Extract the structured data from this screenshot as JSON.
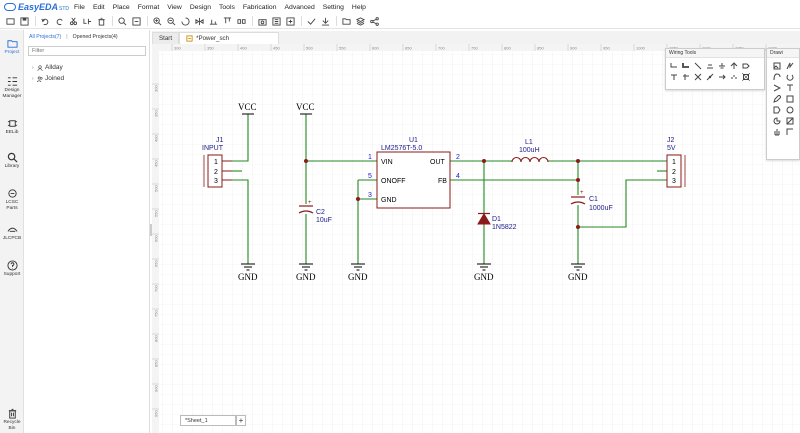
{
  "app": {
    "logo_text": "EasyEDA",
    "logo_edition": "STD",
    "menu": [
      "File",
      "Edit",
      "Place",
      "Format",
      "View",
      "Design",
      "Tools",
      "Fabrication",
      "Advanced",
      "Setting",
      "Help"
    ]
  },
  "rail": {
    "items": [
      {
        "label": "Project",
        "icon": "folder-icon"
      },
      {
        "label": "Design Manager",
        "icon": "design-manager-icon"
      },
      {
        "label": "EELib",
        "icon": "eelib-icon"
      },
      {
        "label": "Library",
        "icon": "library-search-icon"
      },
      {
        "label": "LCSC Parts",
        "icon": "lcsc-icon"
      },
      {
        "label": "JLCPCB",
        "icon": "jlcpcb-icon"
      },
      {
        "label": "Support",
        "icon": "support-icon"
      },
      {
        "label": "Recycle Bin",
        "icon": "recycle-bin-icon"
      }
    ]
  },
  "panel": {
    "tab_all": "All Projects(7)",
    "tab_opened": "Opened Projects(4)",
    "filter_placeholder": "Filter",
    "tree": [
      "Allday",
      "Joined"
    ]
  },
  "editor": {
    "tab_start": "Start",
    "tab_active": "*Power_sch",
    "sheet_tab": "*Sheet_1",
    "sheet_add": "+"
  },
  "ruler": {
    "top": [
      "300",
      "350",
      "400",
      "450",
      "500",
      "550",
      "600",
      "650",
      "700",
      "750",
      "800",
      "850",
      "900",
      "950",
      "1000",
      "1050",
      "1100",
      "1150",
      "1200"
    ],
    "left": [
      "300",
      "350",
      "400",
      "450",
      "500",
      "550",
      "600",
      "650",
      "700",
      "750",
      "800",
      "850",
      "900",
      "950"
    ]
  },
  "schematic": {
    "vcc1": "VCC",
    "vcc2": "VCC",
    "j1_ref": "J1",
    "j1_name": "INPUT",
    "j2_ref": "J2",
    "j2_name": "5V",
    "pin_1": "1",
    "pin_2": "2",
    "pin_3": "3",
    "pin_4": "4",
    "pin_5": "5",
    "u1_ref": "U1",
    "u1_value": "LM2576T-5.0",
    "u1_vin": "VIN",
    "u1_onoff": "ONOFF",
    "u1_gnd": "GND",
    "u1_out": "OUT",
    "u1_fb": "FB",
    "l1_ref": "L1",
    "l1_value": "100uH",
    "c2_ref": "C2",
    "c2_value": "10uF",
    "c1_ref": "C1",
    "c1_value": "1000uF",
    "d1_ref": "D1",
    "d1_value": "1N5822",
    "gnd": "GND",
    "plus": "+"
  },
  "wiring_tools": {
    "title": "Wiring Tools",
    "icons": [
      "wire-icon",
      "bus-icon",
      "bus-entry-icon",
      "net-label-icon",
      "net-flag-gnd-icon",
      "net-flag-vcc-icon",
      "net-port-icon",
      "voltage-probe-icon",
      "pin-icon",
      "no-connect-flag-icon",
      "junction-icon",
      "text-net-icon",
      "netlabel-arrow-icon",
      "group-icon"
    ]
  },
  "drawing_tools": {
    "title": "Drawi",
    "icons": [
      "image-icon",
      "freehand-icon",
      "arc-icon",
      "bezier-icon",
      "polygon-icon",
      "text-icon",
      "pencil-icon",
      "rectangle-icon",
      "arrow-icon",
      "ellipse-icon",
      "pie-icon",
      "picture-icon",
      "drag-icon",
      "canvas-origin-icon"
    ]
  },
  "colors": {
    "wire": "#1f8a1f",
    "component": "#8b1a1a",
    "pin_number": "#1a1acc",
    "label": "#1a1a8b",
    "accent": "#2a6fd6",
    "grid": "#e8e8e8"
  }
}
